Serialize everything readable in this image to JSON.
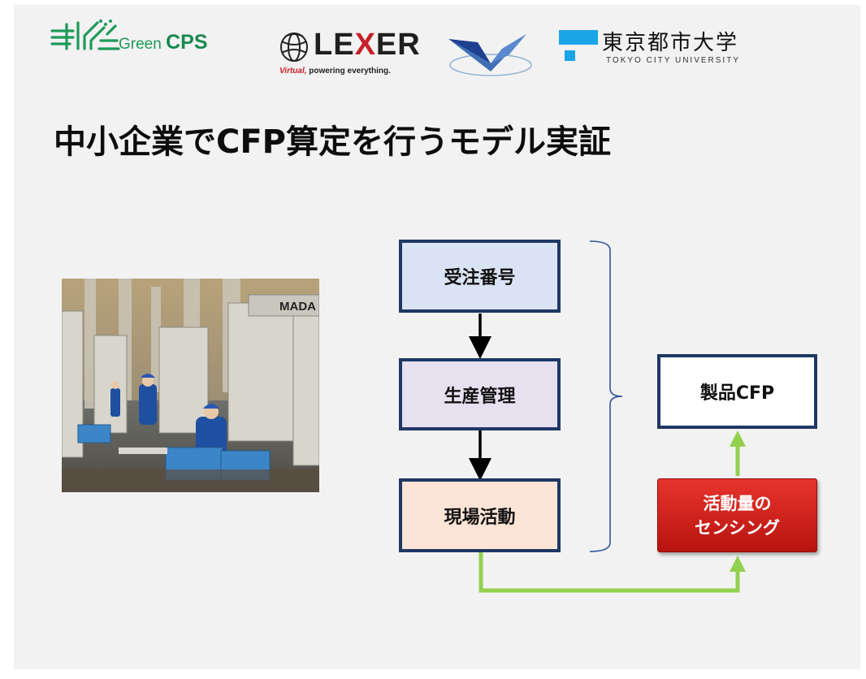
{
  "logos": {
    "greencps": {
      "light": "Green",
      "bold": "CPS"
    },
    "lexer": {
      "name": [
        "LE",
        "X",
        "ER"
      ],
      "tagline_a": "Virtual,",
      "tagline_b": " powering everything."
    },
    "tcu": {
      "jp": "東京都市大学",
      "en": "TOKYO CITY UNIVERSITY"
    }
  },
  "title": "中小企業でCFP算定を行うモデル実証",
  "flow": {
    "box1": "受注番号",
    "box2": "生産管理",
    "box3": "現場活動",
    "product": "製品CFP",
    "sensing_line1": "活動量の",
    "sensing_line2": "センシング"
  },
  "photo": {
    "machine_label": "MADA"
  },
  "colors": {
    "box_border": "#1f3864",
    "box1_fill": "#dae3f3",
    "box2_fill": "#e6e0ef",
    "box3_fill": "#fce4d6",
    "green_arrow": "#92d050",
    "sensing_red": "#d62a23",
    "brace": "#2f5597"
  }
}
